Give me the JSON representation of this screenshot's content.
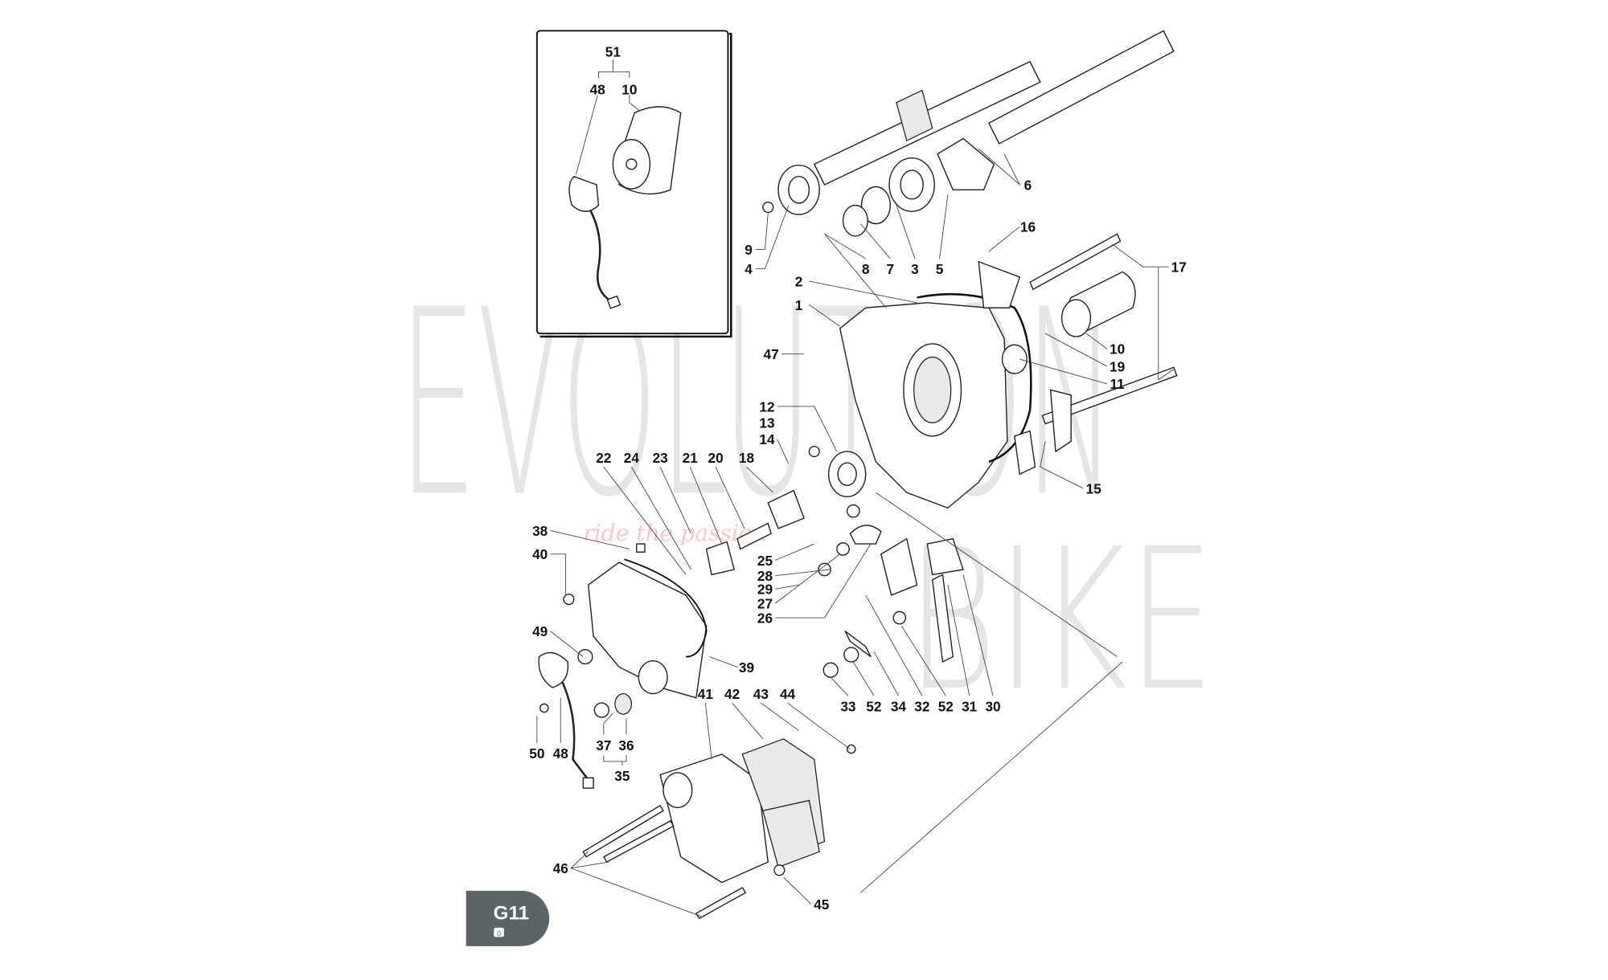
{
  "badge": {
    "code": "G11",
    "revision": "0",
    "color": "#5b6566"
  },
  "watermark": {
    "line1": "EVOLUTION",
    "line2": "BIKE",
    "tagline": "ride the passion"
  },
  "inset": {
    "labels": [
      "51",
      "48",
      "10"
    ]
  },
  "labels": [
    "9",
    "4",
    "8",
    "7",
    "3",
    "5",
    "6",
    "16",
    "17",
    "2",
    "1",
    "10",
    "19",
    "11",
    "47",
    "12",
    "13",
    "14",
    "15",
    "22",
    "24",
    "23",
    "21",
    "20",
    "18",
    "38",
    "40",
    "25",
    "28",
    "29",
    "27",
    "26",
    "49",
    "39",
    "33",
    "52",
    "34",
    "32",
    "52",
    "31",
    "30",
    "41",
    "42",
    "43",
    "44",
    "37",
    "36",
    "35",
    "50",
    "48",
    "46",
    "45"
  ]
}
